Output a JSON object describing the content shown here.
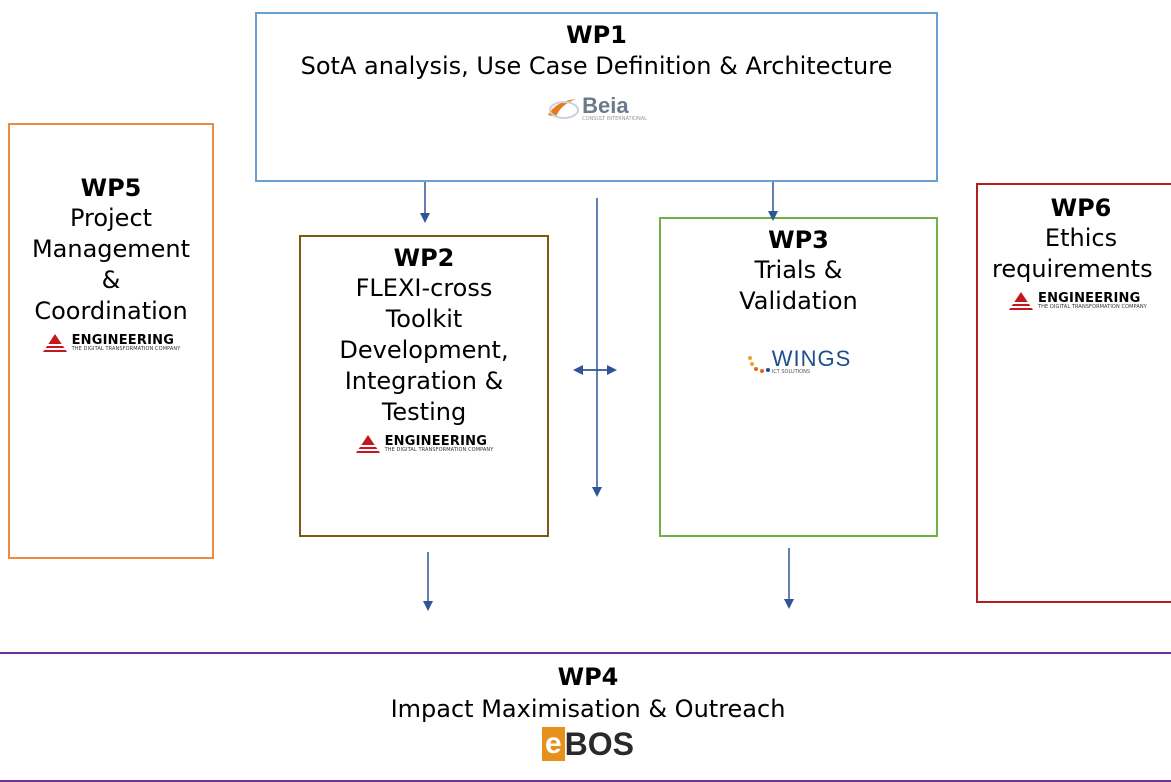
{
  "wp1": {
    "title": "WP1",
    "text": "SotA analysis, Use Case Definition & Architecture",
    "logo": {
      "name": "Beia",
      "sub": "CONSULT INTERNATIONAL"
    }
  },
  "wp2": {
    "title": "WP2",
    "lines": [
      "FLEXI-cross",
      "Toolkit",
      "Development,",
      "Integration &",
      "Testing"
    ],
    "logo": {
      "name": "ENGINEERING",
      "sub": "THE DIGITAL TRANSFORMATION COMPANY"
    }
  },
  "wp3": {
    "title": "WP3",
    "lines": [
      "Trials &",
      "Validation"
    ],
    "logo": {
      "name": "WINGS",
      "sub": "ICT SOLUTIONS"
    }
  },
  "wp4": {
    "title": "WP4",
    "text": "Impact Maximisation & Outreach",
    "logo": {
      "e": "e",
      "rest": "BOS"
    }
  },
  "wp5": {
    "title": "WP5",
    "lines": [
      "Project",
      "Management",
      "&",
      "Coordination"
    ],
    "logo": {
      "name": "ENGINEERING",
      "sub": "THE DIGITAL TRANSFORMATION COMPANY"
    }
  },
  "wp6": {
    "title": "WP6",
    "lines": [
      "Ethics",
      "requirements"
    ],
    "logo": {
      "name": "ENGINEERING",
      "sub": "THE DIGITAL TRANSFORMATION COMPANY"
    }
  },
  "colors": {
    "wp1_border": "#6aa0d0",
    "wp2_border": "#7a5a14",
    "wp3_border": "#72b045",
    "wp4_border": "#7030a0",
    "wp5_border": "#ed8a3f",
    "wp6_border": "#b02020",
    "arrow": "#2f5597"
  }
}
